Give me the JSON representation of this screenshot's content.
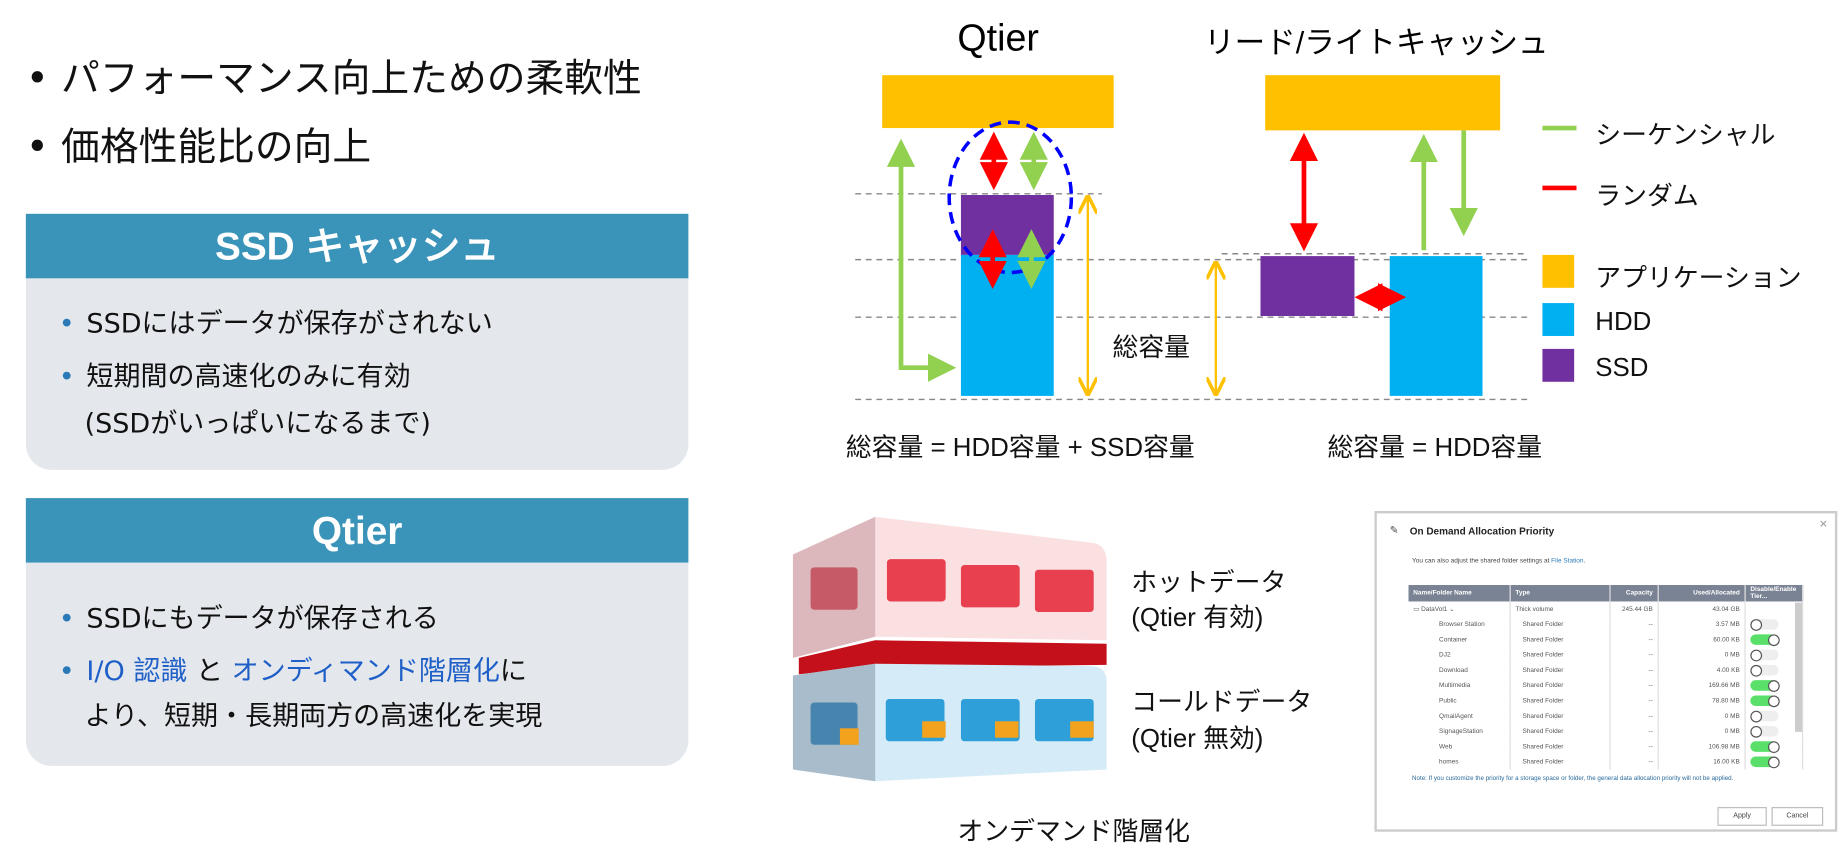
{
  "bullets": [
    "パフォーマンス向上ための柔軟性",
    "価格性能比の向上"
  ],
  "ssd_box": {
    "title": "SSD キャッシュ",
    "items": [
      "SSDにはデータが保存がされない",
      "短期間の高速化のみに有効",
      "(SSDがいっぱいになるまで)"
    ]
  },
  "qtier_box": {
    "title": "Qtier",
    "items": [
      "SSDにもデータが保存される",
      "I/O 認識",
      "と",
      "オンディマンド階層化",
      "に",
      "より、短期・長期両方の高速化を実現"
    ]
  },
  "diagram": {
    "qtier_title": "Qtier",
    "cache_title": "リード/ライトキャッシュ",
    "total_label": "総容量",
    "qtier_caption": "総容量 = HDD容量 + SSD容量",
    "cache_caption": "総容量 = HDD容量",
    "legend": [
      {
        "label": "シーケンシャル",
        "color": "#92d050"
      },
      {
        "label": "ランダム",
        "color": "#ff0000"
      },
      {
        "label": "アプリケーション",
        "color": "#ffc000"
      },
      {
        "label": "HDD",
        "color": "#00b0f0"
      },
      {
        "label": "SSD",
        "color": "#7030a0"
      }
    ]
  },
  "tiering": {
    "hot": "ホットデータ",
    "hot_sub": "(Qtier 有効)",
    "cold": "コールドデータ",
    "cold_sub": "(Qtier 無効)",
    "caption": "オンデマンド階層化"
  },
  "dialog": {
    "title": "On Demand Allocation Priority",
    "sub_text": "You can also adjust the shared folder settings at ",
    "sub_link": "File Station",
    "sub_end": ".",
    "headers": [
      "Name/Folder Name",
      "Type",
      "Capacity",
      "Used/Allocated",
      "Disable/Enable Tier..."
    ],
    "volume": {
      "name": "DataVol1",
      "type": "Thick volume",
      "capacity": "245.44 GB",
      "used": "43.04 GB"
    },
    "rows": [
      {
        "name": "Browser Station",
        "type": "Shared Folder",
        "capacity": "--",
        "used": "3.57 MB",
        "enabled": false
      },
      {
        "name": "Container",
        "type": "Shared Folder",
        "capacity": "--",
        "used": "60.00 KB",
        "enabled": true
      },
      {
        "name": "DJ2",
        "type": "Shared Folder",
        "capacity": "--",
        "used": "0 MB",
        "enabled": false
      },
      {
        "name": "Download",
        "type": "Shared Folder",
        "capacity": "--",
        "used": "4.00 KB",
        "enabled": false
      },
      {
        "name": "Multimedia",
        "type": "Shared Folder",
        "capacity": "--",
        "used": "169.66 MB",
        "enabled": true
      },
      {
        "name": "Public",
        "type": "Shared Folder",
        "capacity": "--",
        "used": "78.80 MB",
        "enabled": true
      },
      {
        "name": "QmailAgent",
        "type": "Shared Folder",
        "capacity": "--",
        "used": "0 MB",
        "enabled": false
      },
      {
        "name": "SignageStation",
        "type": "Shared Folder",
        "capacity": "--",
        "used": "0 MB",
        "enabled": false
      },
      {
        "name": "Web",
        "type": "Shared Folder",
        "capacity": "--",
        "used": "106.98 MB",
        "enabled": true
      },
      {
        "name": "homes",
        "type": "Shared Folder",
        "capacity": "--",
        "used": "16.00 KB",
        "enabled": true
      }
    ],
    "note": "Note: If you customize the priority for a storage space or folder, the general data allocation priority will not be applied.",
    "apply": "Apply",
    "cancel": "Cancel"
  }
}
